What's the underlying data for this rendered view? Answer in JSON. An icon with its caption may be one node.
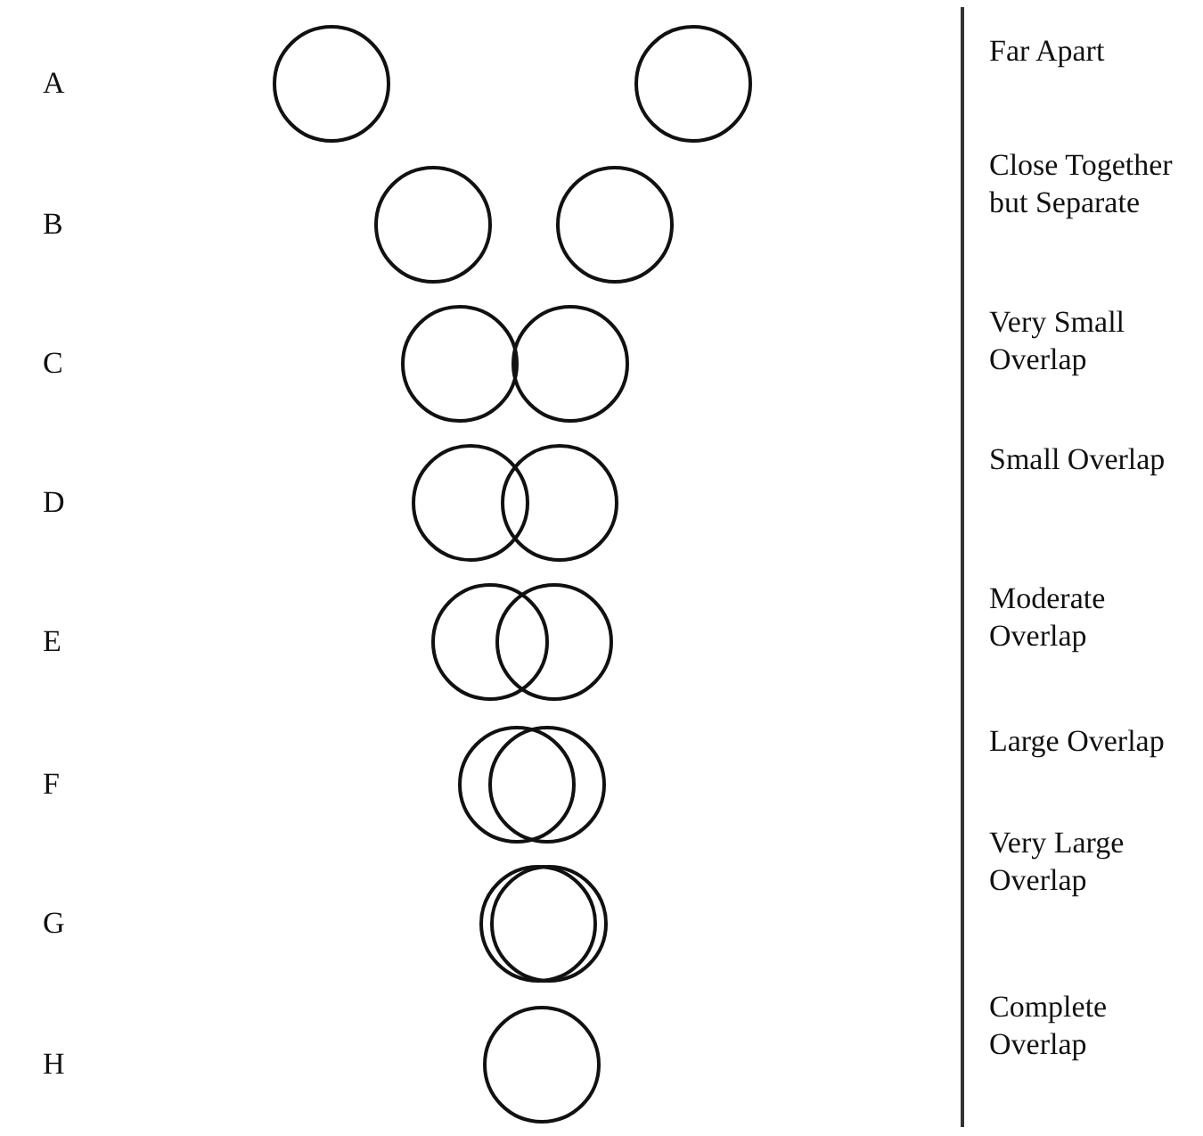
{
  "diagram": {
    "labels": [
      "A",
      "Far Apart",
      "B",
      "Close Together but Separate",
      "C",
      "Very Small Overlap",
      "D",
      "Small Overlap",
      "E",
      "Moderate Overlap",
      "F",
      "Large Overlap",
      "G",
      "Very Large Overlap",
      "H",
      "Complete Overlap"
    ]
  }
}
